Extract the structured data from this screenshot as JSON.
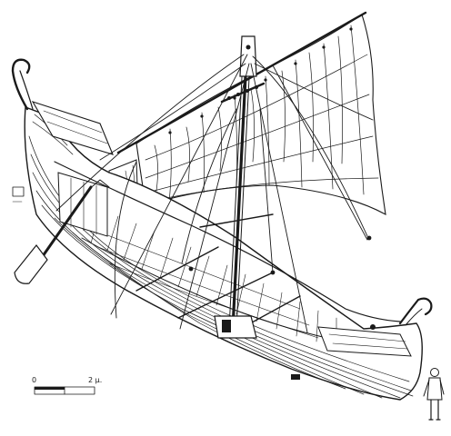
{
  "figure": {
    "subject": "viking-ship-cutaway-drawing",
    "ink_color": "#1a1a1a",
    "paper_color": "#ffffff"
  },
  "scale_bar": {
    "start_label": "0",
    "end_label": "2 μ."
  }
}
